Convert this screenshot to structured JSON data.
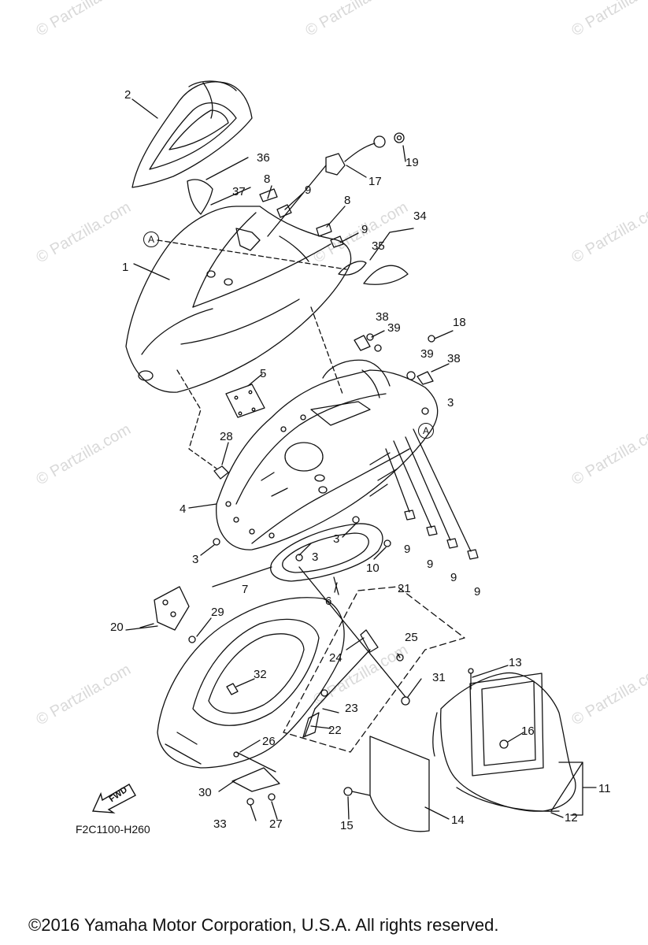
{
  "watermark": "© Partzilla.com",
  "reference_code": "F2C1100-H260",
  "copyright": "©2016  Yamaha Motor Corporation, U.S.A. All rights reserved.",
  "fwd_label": "FWD",
  "view_marker": "A",
  "callouts": {
    "c1": "1",
    "c2": "2",
    "c3": "3",
    "c4": "4",
    "c5": "5",
    "c6": "6",
    "c7": "7",
    "c8": "8",
    "c9": "9",
    "c10": "10",
    "c11": "11",
    "c12": "12",
    "c13": "13",
    "c14": "14",
    "c15": "15",
    "c16": "16",
    "c17": "17",
    "c18": "18",
    "c19": "19",
    "c20": "20",
    "c21": "21",
    "c22": "22",
    "c23": "23",
    "c24": "24",
    "c25": "25",
    "c26": "26",
    "c27": "27",
    "c28": "28",
    "c29": "29",
    "c30": "30",
    "c31": "31",
    "c32": "32",
    "c33": "33",
    "c34": "34",
    "c35": "35",
    "c36": "36",
    "c37": "37",
    "c38": "38",
    "c39": "39"
  }
}
